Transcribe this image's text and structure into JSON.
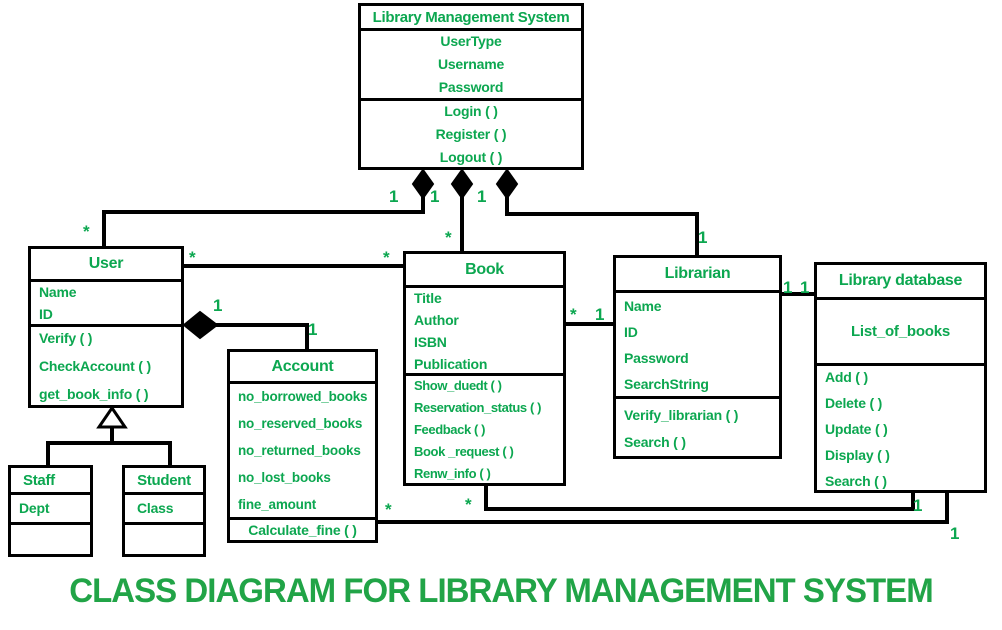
{
  "caption": "CLASS DIAGRAM FOR LIBRARY MANAGEMENT SYSTEM",
  "colors": {
    "class_text_green": "#0CA750",
    "caption_green": "#21A447",
    "line_black": "#000000",
    "background": "#FFFFFF"
  },
  "classes": {
    "lms": {
      "name": "Library Management System",
      "attributes": [
        "UserType",
        "Username",
        "Password"
      ],
      "methods": [
        "Login ( )",
        "Register ( )",
        "Logout ( )"
      ]
    },
    "user": {
      "name": "User",
      "attributes": [
        "Name",
        "ID"
      ],
      "methods": [
        "Verify ( )",
        "CheckAccount ( )",
        "get_book_info ( )"
      ]
    },
    "book": {
      "name": "Book",
      "attributes": [
        "Title",
        "Author",
        "ISBN",
        "Publication"
      ],
      "methods": [
        "Show_duedt ( )",
        "Reservation_status ( )",
        "Feedback ( )",
        "Book _request ( )",
        "Renw_info ( )"
      ]
    },
    "librarian": {
      "name": "Librarian",
      "attributes": [
        "Name",
        "ID",
        "Password",
        "SearchString"
      ],
      "methods": [
        "Verify_librarian ( )",
        "Search ( )"
      ]
    },
    "libdb": {
      "name": "Library database",
      "attributes": [
        "List_of_books"
      ],
      "methods": [
        "Add ( )",
        "Delete ( )",
        "Update ( )",
        "Display ( )",
        "Search ( )"
      ]
    },
    "account": {
      "name": "Account",
      "attributes": [
        "no_borrowed_books",
        "no_reserved_books",
        "no_returned_books",
        "no_lost_books",
        "fine_amount"
      ],
      "methods": [
        "Calculate_fine ( )"
      ]
    },
    "staff": {
      "name": "Staff",
      "attributes": [
        "Dept"
      ],
      "methods": []
    },
    "student": {
      "name": "Student",
      "attributes": [
        "Class"
      ],
      "methods": []
    }
  },
  "multiplicities": [
    {
      "id": "lms-user-1",
      "text": "1"
    },
    {
      "id": "lms-book-1",
      "text": "1"
    },
    {
      "id": "lms-lib-1",
      "text": "1"
    },
    {
      "id": "user-top-star",
      "text": "*"
    },
    {
      "id": "book-top-star",
      "text": "*"
    },
    {
      "id": "lib-top-1",
      "text": "1"
    },
    {
      "id": "ub-left-star",
      "text": "*"
    },
    {
      "id": "ub-right-star",
      "text": "*"
    },
    {
      "id": "ua-1",
      "text": "1"
    },
    {
      "id": "ua-2",
      "text": "1"
    },
    {
      "id": "bl-star",
      "text": "*"
    },
    {
      "id": "bl-1",
      "text": "1"
    },
    {
      "id": "ld-1a",
      "text": "1"
    },
    {
      "id": "ld-1b",
      "text": "1"
    },
    {
      "id": "bd-star",
      "text": "*"
    },
    {
      "id": "bd-1",
      "text": "1"
    },
    {
      "id": "ad-star",
      "text": "*"
    },
    {
      "id": "ad-1",
      "text": "1"
    }
  ]
}
